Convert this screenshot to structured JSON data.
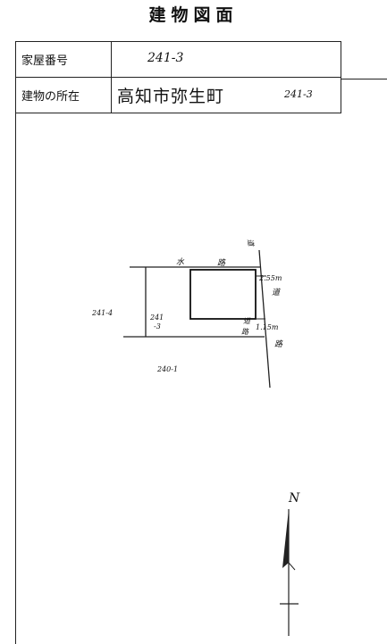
{
  "title": "建物図面",
  "fields": {
    "kaoku_bango_label": "家屋番号",
    "kaoku_bango_value": "241-3",
    "shozai_label": "建物の所在",
    "shozai_value": "高知市弥生町",
    "shozai_number": "241-3"
  },
  "plan": {
    "label_water": "水",
    "label_road_top": "路",
    "label_road_side_top": "道",
    "label_road_side": "道",
    "label_road_bottom": "道",
    "label_road_bottom2": "路",
    "label_road_right": "路",
    "dim_top": "2.55m",
    "dim_bottom": "1.15m",
    "lot_west": "241-4",
    "lot_self_a": "241",
    "lot_self_b": "-3",
    "lot_south": "240-1",
    "north_label": "N"
  }
}
